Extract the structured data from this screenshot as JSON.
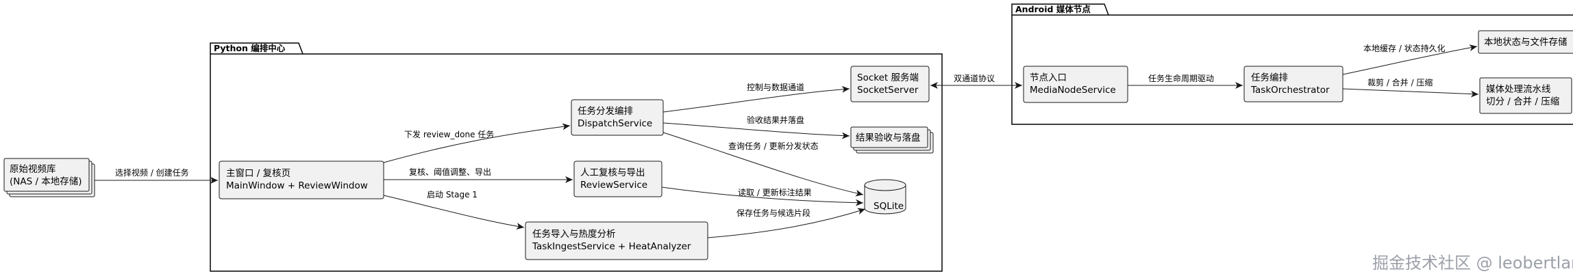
{
  "packages": {
    "python": "Python 编排中心",
    "android": "Android 媒体节点"
  },
  "nodes": {
    "source": [
      "原始视频库",
      "(NAS / 本地存储)"
    ],
    "main_window": [
      "主窗口 / 复核页",
      "MainWindow + ReviewWindow"
    ],
    "dispatch": [
      "任务分发编排",
      "DispatchService"
    ],
    "review": [
      "人工复核与导出",
      "ReviewService"
    ],
    "ingest": [
      "任务导入与热度分析",
      "TaskIngestService + HeatAnalyzer"
    ],
    "socket": [
      "Socket 服务端",
      "SocketServer"
    ],
    "result": [
      "结果验收与落盘"
    ],
    "sqlite": [
      "SQLite"
    ],
    "media_node": [
      "节点入口",
      "MediaNodeService"
    ],
    "orchestrator": [
      "任务编排",
      "TaskOrchestrator"
    ],
    "local_state": [
      "本地状态与文件存储"
    ],
    "pipeline": [
      "媒体处理流水线",
      "切分 / 合并 / 压缩"
    ]
  },
  "edges": {
    "select_video": "选择视频 / 创建任务",
    "dispatch_review_done": "下发 review_done 任务",
    "review_adjust": "复核、阈值调整、导出",
    "start_stage1": "启动 Stage 1",
    "control_channel": "控制与数据通道",
    "accept_result": "验收结果并落盘",
    "query_task": "查询任务 / 更新分发状态",
    "read_annotation": "读取 / 更新标注结果",
    "save_segments": "保存任务与候选片段",
    "dual_channel": "双通道协议",
    "lifecycle": "任务生命周期驱动",
    "local_cache": "本地缓存 / 状态持久化",
    "trim_merge": "裁剪 / 合并 / 压缩"
  },
  "watermark": "掘金技术社区 @ leobertlan"
}
